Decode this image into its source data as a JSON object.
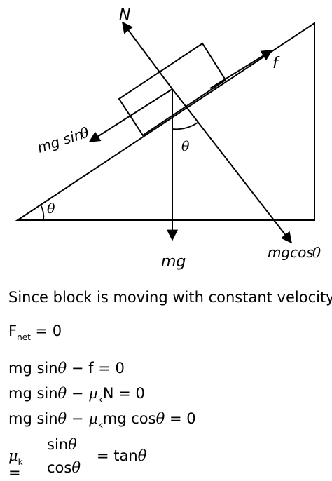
{
  "diagram": {
    "labels": {
      "normal": "N",
      "friction": "f",
      "parallel_gravity": "mg sin",
      "perpendicular_gravity": "mgcos",
      "weight": "mg",
      "theta": "θ"
    }
  },
  "text": {
    "statement": "Since block is moving  with constant velocity",
    "eq1": {
      "lhs": "F",
      "sub": "net",
      "rhs": "= 0"
    },
    "eq2": {
      "a": "mg sin",
      "theta": "θ",
      "b": "− f = 0"
    },
    "eq3": {
      "a": "mg sin",
      "theta": "θ",
      "mu": "μ",
      "sub": "k",
      "b": "N = 0",
      "minus": "−"
    },
    "eq4": {
      "a": "mg sin",
      "theta": "θ",
      "minus": "−",
      "mu": "μ",
      "sub": "k",
      "b": "mg cos",
      "c": "= 0"
    },
    "eq5": {
      "mu": "μ",
      "sub": "k",
      "eq": "=",
      "num": "sin",
      "den": "cos",
      "theta": "θ",
      "rhs": "= tan"
    }
  }
}
